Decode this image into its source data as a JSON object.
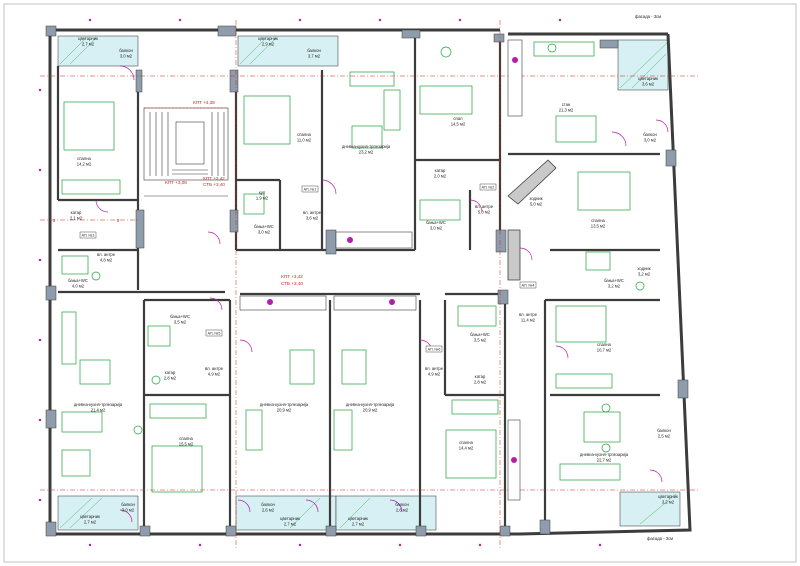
{
  "rooms": [
    {
      "id": "r1",
      "label": "цветарник",
      "area": "2,7 м2"
    },
    {
      "id": "r2",
      "label": "балкон",
      "area": "3,0 м2"
    },
    {
      "id": "r3",
      "label": "цветарник",
      "area": "2,9 м2"
    },
    {
      "id": "r4",
      "label": "балкон",
      "area": "3,7 м2"
    },
    {
      "id": "r5",
      "label": "цветарник",
      "area": "3,6 м2"
    },
    {
      "id": "r6",
      "label": "спална",
      "area": "14,2 м2"
    },
    {
      "id": "r7",
      "label": "спална",
      "area": "11,0 м2"
    },
    {
      "id": "r8",
      "label": "дневна-кухня-трпезарија",
      "area": "23,2 м2"
    },
    {
      "id": "r9",
      "label": "спал",
      "area": "14,5 м2"
    },
    {
      "id": "r10",
      "label": "стан",
      "area": "21,3 м2"
    },
    {
      "id": "r11",
      "label": "балкон",
      "area": "3,0 м2"
    },
    {
      "id": "r12",
      "label": "куп",
      "area": "1,9 м2"
    },
    {
      "id": "r13",
      "label": "вл. антре",
      "area": "3,6 м2"
    },
    {
      "id": "r14",
      "label": "катар",
      "area": "2,0 м2"
    },
    {
      "id": "r15",
      "label": "вл. антре",
      "area": "5,0 м2"
    },
    {
      "id": "r16",
      "label": "ходник",
      "area": "5,0 м2"
    },
    {
      "id": "r17",
      "label": "бања+WC",
      "area": "3,0 м2"
    },
    {
      "id": "r18",
      "label": "бања+WC",
      "area": "3,0 м2"
    },
    {
      "id": "r19",
      "label": "катар",
      "area": "2,1 м2"
    },
    {
      "id": "r20",
      "label": "спална",
      "area": "13,5 м2"
    },
    {
      "id": "r21",
      "label": "вл. антре",
      "area": "4,8 м2"
    },
    {
      "id": "r22",
      "label": "бања+WC",
      "area": "4,0 м2"
    },
    {
      "id": "r23",
      "label": "бања+WC",
      "area": "3,2 м2"
    },
    {
      "id": "r24",
      "label": "ходник",
      "area": "3,2 м2"
    },
    {
      "id": "r25",
      "label": "бања+WC",
      "area": "3,5 м2"
    },
    {
      "id": "r26",
      "label": "бања+WC",
      "area": "3,5 м2"
    },
    {
      "id": "r27",
      "label": "вл. антре",
      "area": "11,4 м2"
    },
    {
      "id": "r28",
      "label": "катар",
      "area": "2,8 м2"
    },
    {
      "id": "r29",
      "label": "вл. антре",
      "area": "4,9 м2"
    },
    {
      "id": "r30",
      "label": "вл. антре",
      "area": "4,9 м2"
    },
    {
      "id": "r31",
      "label": "катар",
      "area": "2,8 м2"
    },
    {
      "id": "r32",
      "label": "спална",
      "area": "10,7 м2"
    },
    {
      "id": "r33",
      "label": "дневна-кухня-трпезарија",
      "area": "21,4 м2"
    },
    {
      "id": "r34",
      "label": "дневна-кухня-трпезарија",
      "area": "20,9 м2"
    },
    {
      "id": "r35",
      "label": "дневна-кухня-трпезарија",
      "area": "20,9 м2"
    },
    {
      "id": "r36",
      "label": "спална",
      "area": "15,5 м2"
    },
    {
      "id": "r37",
      "label": "спална",
      "area": "14,4 м2"
    },
    {
      "id": "r38",
      "label": "дневна-кухня-трпезарија",
      "area": "22,7 м2"
    },
    {
      "id": "r39",
      "label": "балкон",
      "area": "2,5 м2"
    },
    {
      "id": "r40",
      "label": "балкон",
      "area": "3,0 м2"
    },
    {
      "id": "r41",
      "label": "цветарник",
      "area": "2,7 м2"
    },
    {
      "id": "r42",
      "label": "балкон",
      "area": "2,6 м2"
    },
    {
      "id": "r43",
      "label": "цветарник",
      "area": "2,7 м2"
    },
    {
      "id": "r44",
      "label": "цветарник",
      "area": "2,7 м2"
    },
    {
      "id": "r45",
      "label": "балкон",
      "area": "2,6 м2"
    },
    {
      "id": "r46",
      "label": "цветарник",
      "area": "3,2 м2"
    }
  ],
  "unit_tags": [
    "АП. №1",
    "АП. №2",
    "АП. №3",
    "АП. №4",
    "АП. №5",
    "АП. №6"
  ],
  "levels": {
    "stair_top": "КПТ +4,38",
    "stair_mid1": "КПТ +3,42",
    "stair_mid2": "СТБ +3,40",
    "stair_low": "КПТ +3,08",
    "hall_a": "КПТ +3,42",
    "hall_b": "СТБ +3,40"
  },
  "notes": {
    "top_right": "фасада - 3см",
    "bottom_right": "фасада - 3см"
  },
  "axes": [
    "3",
    "3"
  ],
  "colors": {
    "wall": "#3c3c3c",
    "wall_fill": "#d9d9d9",
    "furniture": "#1ea33a",
    "annotation": "#b21fa8",
    "levels": "#d0241b",
    "column": "#8e9cab",
    "balcony": "#d7f0f3"
  }
}
